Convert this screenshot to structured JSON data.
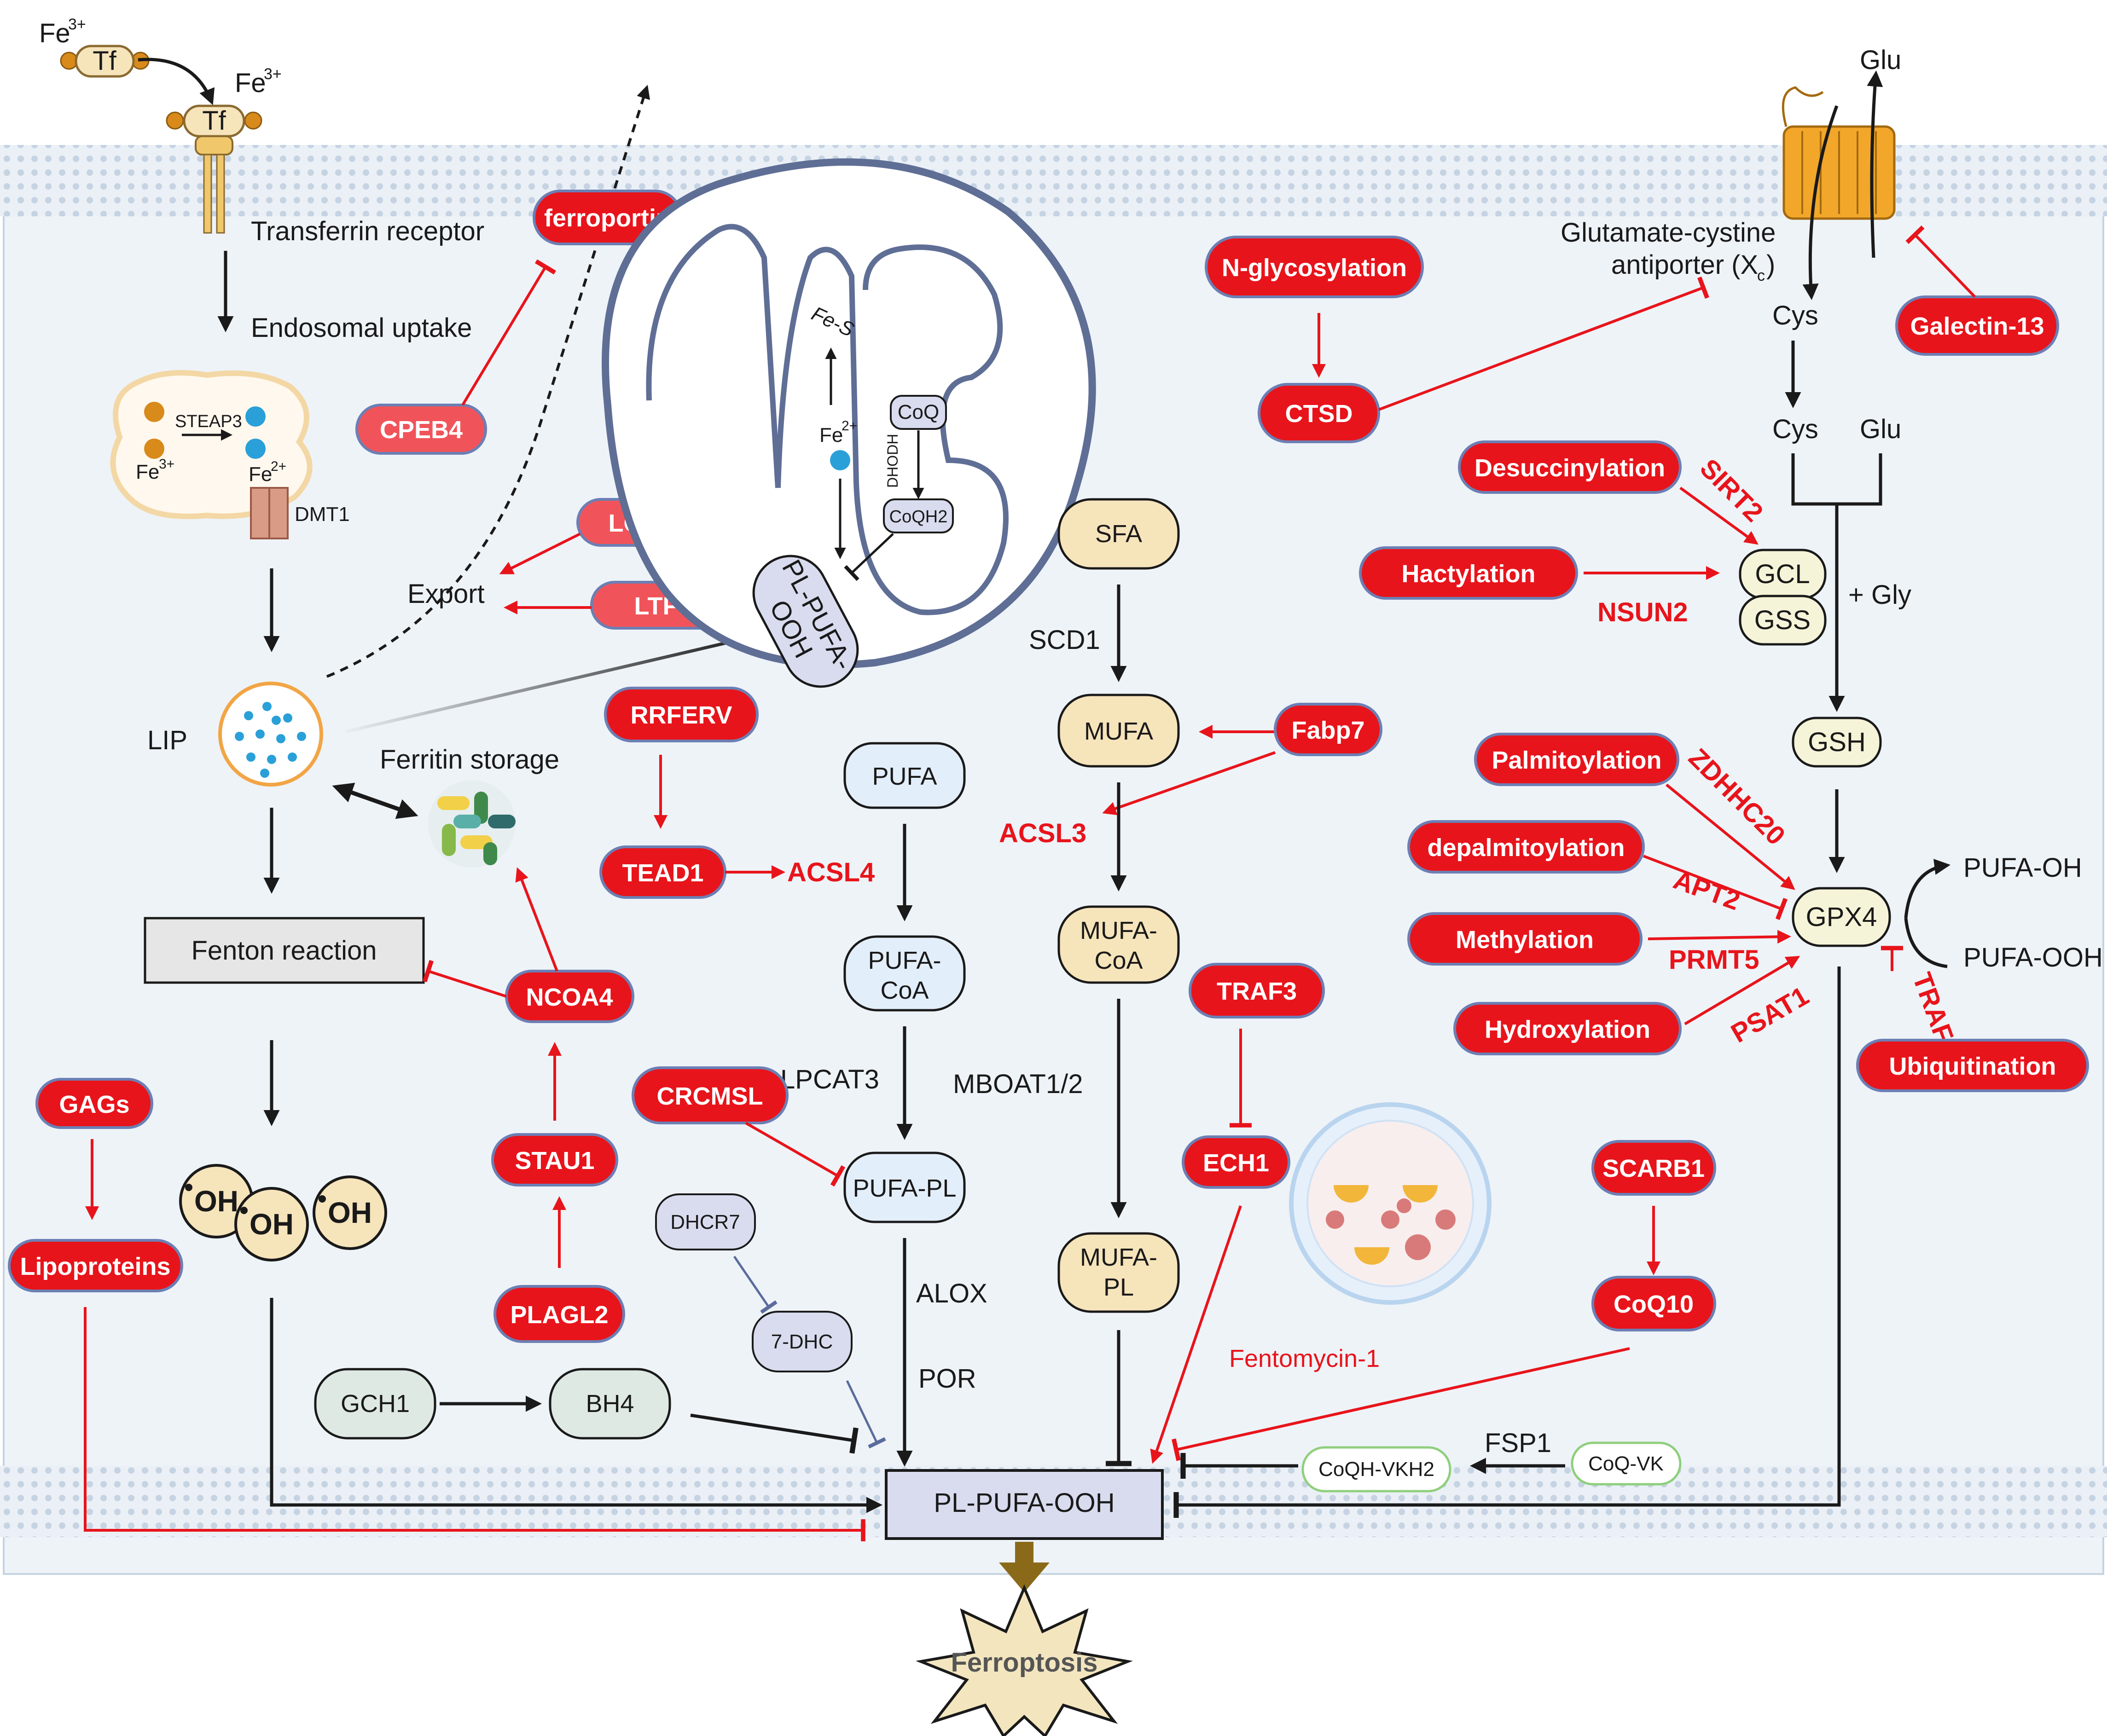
{
  "iron": {
    "fe3_top": "Fe",
    "fe3_top_sup": "3+",
    "tf1": "Tf",
    "tf2": "Tf",
    "fe3_b": "Fe",
    "fe3_b_sup": "3+",
    "transferrin_receptor": "Transferrin receptor",
    "endosomal_uptake": "Endosomal uptake",
    "steap3": "STEAP3",
    "fe3_c": "Fe",
    "fe3_c_sup": "3+",
    "fe2_c": "Fe",
    "fe2_c_sup": "2+",
    "dmt1": "DMT1",
    "export": "Export",
    "lip": "LIP",
    "ferritin_storage": "Ferritin storage",
    "fenton": "Fenton reaction",
    "oh1": "OH",
    "oh2": "OH",
    "oh3": "OH"
  },
  "mito": {
    "fes": "Fe-S",
    "fe2": "Fe",
    "fe2_sup": "2+",
    "coq": "CoQ",
    "dhodh": "DHODH",
    "coqh2": "CoQH2",
    "pl_pufa_ooh_1": "PL-PUFA-",
    "pl_pufa_ooh_2": "OOH"
  },
  "red_regulators": {
    "ferroportin": "ferroportin",
    "cpeb4": "CPEB4",
    "lcn2": "LCN2",
    "ltfe": "LTFe",
    "rrferv": "RRFERV",
    "tead1": "TEAD1",
    "acsl4": "ACSL4",
    "ncoa4": "NCOA4",
    "stau1": "STAU1",
    "plagl2": "PLAGL2",
    "gags": "GAGs",
    "lipoproteins": "Lipoproteins",
    "crcmsl": "CRCMSL",
    "n_glycosylation": "N-glycosylation",
    "ctsd": "CTSD",
    "galectin13": "Galectin-13",
    "desuccinylation": "Desuccinylation",
    "sirt2": "SIRT2",
    "hactylation": "Hactylation",
    "nsun2": "NSUN2",
    "fabp7": "Fabp7",
    "acsl3": "ACSL3",
    "traf3": "TRAF3",
    "ech1": "ECH1",
    "fentomycin": "Fentomycin-1",
    "palmitoylation": "Palmitoylation",
    "zdhhc20": "ZDHHC20",
    "depalmitoylation": "depalmitoylation",
    "apt2": "APT2",
    "methylation": "Methylation",
    "prmt5": "PRMT5",
    "hydroxylation": "Hydroxylation",
    "psat1": "PSAT1",
    "traf6": "TRAF6",
    "ubiquitination": "Ubiquitination",
    "scarb1": "SCARB1",
    "coq10": "CoQ10"
  },
  "lipid": {
    "pufa": "PUFA",
    "pufa_coa_1": "PUFA-",
    "pufa_coa_2": "CoA",
    "lpcat3": "LPCAT3",
    "pufa_pl": "PUFA-PL",
    "alox": "ALOX",
    "por": "POR",
    "dhcr7": "DHCR7",
    "dhc7": "7-DHC",
    "gch1": "GCH1",
    "bh4": "BH4",
    "sfa": "SFA",
    "scd1": "SCD1",
    "mufa": "MUFA",
    "mufa_coa_1": "MUFA-",
    "mufa_coa_2": "CoA",
    "mboat": "MBOAT1/2",
    "mufa_pl_1": "MUFA-",
    "mufa_pl_2": "PL",
    "pl_pufa_ooh": "PL-PUFA-OOH",
    "ferroptosis": "Ferroptosis"
  },
  "gpx": {
    "glu_top": "Glu",
    "antiporter_1": "Glutamate-cystine",
    "antiporter_2": "antiporter (X",
    "antiporter_sub": "c",
    "antiporter_end": ")",
    "cys1": "Cys",
    "cys2": "Cys",
    "glu2": "Glu",
    "gcl": "GCL",
    "gss": "GSS",
    "gly": "+ Gly",
    "gsh": "GSH",
    "gpx4": "GPX4",
    "pufa_oh": "PUFA-OH",
    "pufa_ooh": "PUFA-OOH",
    "fsp1": "FSP1",
    "coqh_vkh2": "CoQH-VKH2",
    "coq_vk": "CoQ-VK"
  },
  "colors": {
    "red": "#e8141b",
    "membrane": "#dfe7ef",
    "cell": "#eef3f8",
    "ferroptosis_star": "#f3e6bf"
  }
}
